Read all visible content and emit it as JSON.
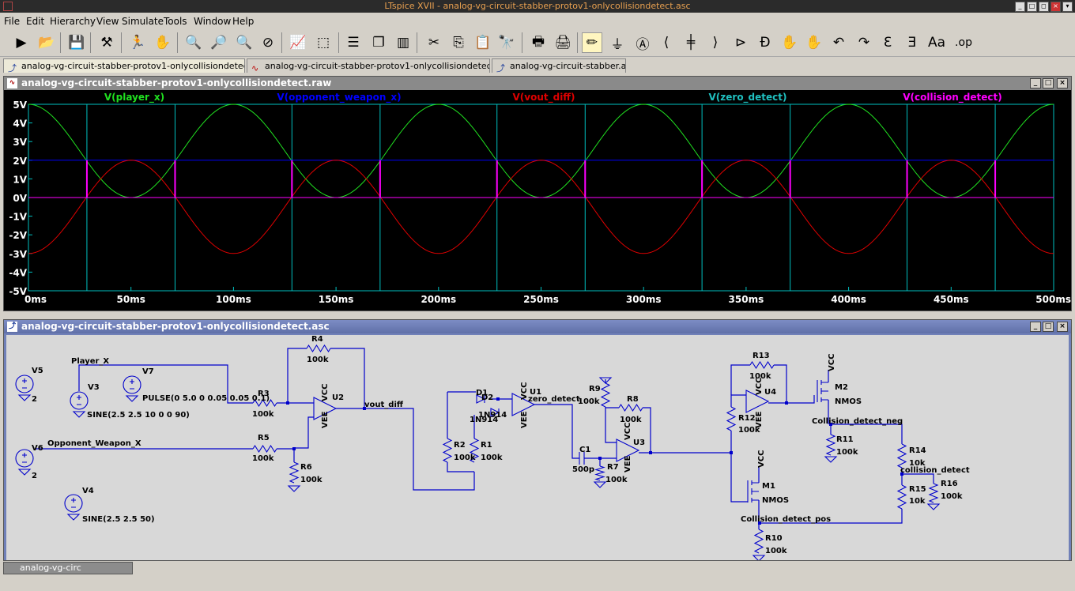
{
  "app": {
    "title": "LTspice XVII - analog-vg-circuit-stabber-protov1-onlycollisiondetect.asc"
  },
  "menu": [
    "File",
    "Edit",
    "Hierarchy",
    "View",
    "Simulate",
    "Tools",
    "Window",
    "Help"
  ],
  "toolbar_icons": [
    "run-icon",
    "open-icon",
    "save-icon",
    "control-panel-icon",
    "halt-icon",
    "pan-icon",
    "zoom-in-icon",
    "zoom-area-icon",
    "zoom-out-icon",
    "zoom-cancel-icon",
    "autorange-icon",
    "3d-icon",
    "tile-horizontal-icon",
    "cascade-icon",
    "tile-vertical-icon",
    "cut-icon",
    "copy-icon",
    "paste-icon",
    "find-icon",
    "print-setup-icon",
    "print-icon",
    "draw-wire-icon",
    "ground-icon",
    "label-net-icon",
    "resistor-icon",
    "capacitor-icon",
    "inductor-icon",
    "diode-icon",
    "component-icon",
    "move-icon",
    "drag-icon",
    "undo-icon",
    "redo-icon",
    "rotate-icon",
    "mirror-icon",
    "text-icon",
    "spice-directive-icon"
  ],
  "tabs": [
    {
      "label": "analog-vg-circuit-stabber-protov1-onlycollisiondetect.asc",
      "icon": "schematic-icon"
    },
    {
      "label": "analog-vg-circuit-stabber-protov1-onlycollisiondetect.raw",
      "icon": "waveform-icon"
    },
    {
      "label": "analog-vg-circuit-stabber.asc",
      "icon": "schematic-icon"
    }
  ],
  "waveform_window": {
    "title": "analog-vg-circuit-stabber-protov1-onlycollisiondetect.raw"
  },
  "schematic_window": {
    "title": "analog-vg-circuit-stabber-protov1-onlycollisiondetect.asc"
  },
  "minimized_window": {
    "title": "analog-vg-circ"
  },
  "colors": {
    "bg_plot": "#000000",
    "grid": "#00c0c0",
    "trace_player": "#20e020",
    "trace_opponent": "#0000ff",
    "trace_vout": "#e00000",
    "trace_zero": "#20c0c0",
    "trace_collision": "#ff00ff",
    "wire": "#0000cc",
    "schematic_bg": "#d8d8d8",
    "title_active": "#7080b8"
  },
  "chart_data": {
    "type": "line",
    "x_ticks": [
      "0ms",
      "50ms",
      "100ms",
      "150ms",
      "200ms",
      "250ms",
      "300ms",
      "350ms",
      "400ms",
      "450ms",
      "500ms"
    ],
    "y_ticks": [
      "5V",
      "4V",
      "3V",
      "2V",
      "1V",
      "0V",
      "-1V",
      "-2V",
      "-3V",
      "-4V",
      "-5V"
    ],
    "xlim": [
      0,
      500
    ],
    "ylim": [
      -5,
      5
    ],
    "x_unit": "ms",
    "grid": true,
    "vertical_gridlines_at": [
      28.5,
      71.5,
      128.5,
      171.5,
      228.5,
      271.5,
      328.5,
      371.5,
      428.5,
      471.5
    ],
    "series": [
      {
        "name": "V(player_x)",
        "color": "#20e020",
        "formula": "2.5+2.5*cos(2*pi*x/100)",
        "samples": [
          [
            0,
            5
          ],
          [
            25,
            2.5
          ],
          [
            50,
            0
          ],
          [
            75,
            2.5
          ],
          [
            100,
            5
          ],
          [
            150,
            0
          ],
          [
            200,
            5
          ],
          [
            250,
            0
          ],
          [
            300,
            5
          ],
          [
            350,
            0
          ],
          [
            400,
            5
          ],
          [
            450,
            0
          ],
          [
            500,
            5
          ]
        ]
      },
      {
        "name": "V(opponent_weapon_x)",
        "color": "#0000ff",
        "constant": 2
      },
      {
        "name": "V(vout_diff)",
        "color": "#e00000",
        "formula": "-0.5-2.5*cos(2*pi*x/100)",
        "samples": [
          [
            0,
            -3
          ],
          [
            25,
            -0.5
          ],
          [
            50,
            2
          ],
          [
            75,
            -0.5
          ],
          [
            100,
            -3
          ],
          [
            150,
            2
          ],
          [
            200,
            -3
          ],
          [
            250,
            2
          ],
          [
            300,
            -3
          ],
          [
            350,
            2
          ],
          [
            400,
            -3
          ],
          [
            450,
            2
          ],
          [
            500,
            -3
          ]
        ]
      },
      {
        "name": "V(zero_detect)",
        "color": "#20c0c0",
        "constant": 0
      },
      {
        "name": "V(collision_detect)",
        "color": "#ff00ff",
        "baseline": 0,
        "spikes_at": [
          28.5,
          71.5,
          128.5,
          171.5,
          228.5,
          271.5,
          328.5,
          371.5,
          428.5,
          471.5
        ],
        "spike_height": 2
      }
    ]
  },
  "schematic": {
    "labels": [
      {
        "id": "v5",
        "text": "V5"
      },
      {
        "id": "v5val",
        "text": "2"
      },
      {
        "id": "v3",
        "text": "V3"
      },
      {
        "id": "v3val",
        "text": "SINE(2.5 2.5 10 0 0 90)"
      },
      {
        "id": "playerx",
        "text": "Player_X"
      },
      {
        "id": "v7",
        "text": "V7"
      },
      {
        "id": "v7val",
        "text": "PULSE(0 5.0 0 0.05 0.05 0.1)"
      },
      {
        "id": "v6",
        "text": "V6"
      },
      {
        "id": "v6val",
        "text": "2"
      },
      {
        "id": "oppx",
        "text": "Opponent_Weapon_X"
      },
      {
        "id": "v4",
        "text": "V4"
      },
      {
        "id": "v4val",
        "text": "SINE(2.5 2.5 50)"
      },
      {
        "id": "r4",
        "text": "R4"
      },
      {
        "id": "r4v",
        "text": "100k"
      },
      {
        "id": "r3",
        "text": "R3"
      },
      {
        "id": "r3v",
        "text": "100k"
      },
      {
        "id": "r5",
        "text": "R5"
      },
      {
        "id": "r5v",
        "text": "100k"
      },
      {
        "id": "r6",
        "text": "R6"
      },
      {
        "id": "r6v",
        "text": "100k"
      },
      {
        "id": "u2",
        "text": "U2"
      },
      {
        "id": "vcc1",
        "text": "VCC"
      },
      {
        "id": "vee1",
        "text": "VEE"
      },
      {
        "id": "voutdiff",
        "text": "vout_diff"
      },
      {
        "id": "d1",
        "text": "D1"
      },
      {
        "id": "d2",
        "text": "D2"
      },
      {
        "id": "d1n",
        "text": "1N914"
      },
      {
        "id": "d2n",
        "text": "1N914"
      },
      {
        "id": "r2",
        "text": "R2"
      },
      {
        "id": "r2v",
        "text": "100k"
      },
      {
        "id": "r1",
        "text": "R1"
      },
      {
        "id": "r1v",
        "text": "100k"
      },
      {
        "id": "u1",
        "text": "U1"
      },
      {
        "id": "vcc2",
        "text": "VCC"
      },
      {
        "id": "vee2",
        "text": "VEE"
      },
      {
        "id": "zerodet",
        "text": "zero_detect"
      },
      {
        "id": "c1",
        "text": "C1"
      },
      {
        "id": "c1v",
        "text": "500p"
      },
      {
        "id": "r9",
        "text": "R9"
      },
      {
        "id": "r9v",
        "text": "100k"
      },
      {
        "id": "r8",
        "text": "R8"
      },
      {
        "id": "r8v",
        "text": "100k"
      },
      {
        "id": "r7",
        "text": "R7"
      },
      {
        "id": "r7v",
        "text": "100k"
      },
      {
        "id": "u3",
        "text": "U3"
      },
      {
        "id": "vcc3",
        "text": "VCC"
      },
      {
        "id": "vee3",
        "text": "VEE"
      },
      {
        "id": "r13",
        "text": "R13"
      },
      {
        "id": "r13v",
        "text": "100k"
      },
      {
        "id": "r12",
        "text": "R12"
      },
      {
        "id": "r12v",
        "text": "100k"
      },
      {
        "id": "u4",
        "text": "U4"
      },
      {
        "id": "vcc4",
        "text": "VCC"
      },
      {
        "id": "vee4",
        "text": "VEE"
      },
      {
        "id": "m2",
        "text": "M2"
      },
      {
        "id": "m2t",
        "text": "NMOS"
      },
      {
        "id": "vcc5",
        "text": "VCC"
      },
      {
        "id": "cdneg",
        "text": "Collision_detect_neg"
      },
      {
        "id": "r11",
        "text": "R11"
      },
      {
        "id": "r11v",
        "text": "100k"
      },
      {
        "id": "r14",
        "text": "R14"
      },
      {
        "id": "r14v",
        "text": "10k"
      },
      {
        "id": "coll",
        "text": "collision_detect"
      },
      {
        "id": "r15",
        "text": "R15"
      },
      {
        "id": "r15v",
        "text": "10k"
      },
      {
        "id": "r16",
        "text": "R16"
      },
      {
        "id": "r16v",
        "text": "100k"
      },
      {
        "id": "m1",
        "text": "M1"
      },
      {
        "id": "m1t",
        "text": "NMOS"
      },
      {
        "id": "vcc6",
        "text": "VCC"
      },
      {
        "id": "cdpos",
        "text": "Collision_detect_pos"
      },
      {
        "id": "r10",
        "text": "R10"
      },
      {
        "id": "r10v",
        "text": "100k"
      }
    ]
  }
}
